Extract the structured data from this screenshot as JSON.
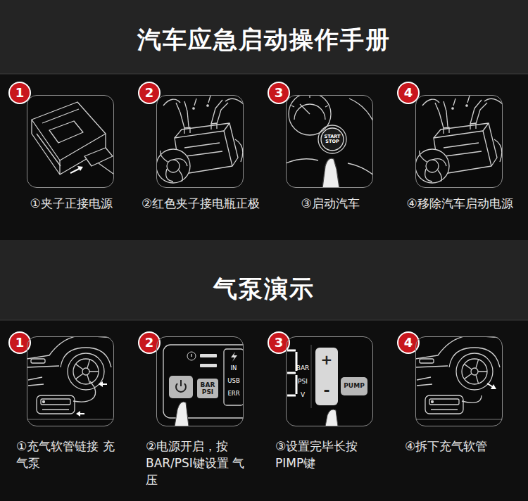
{
  "diagram": {
    "nodes": [
      {
        "text": [
          "汽车应急启动操作手册"
        ]
      },
      {
        "text": [
          "①夹子正接电源"
        ],
        "in": 0
      },
      {
        "text": [
          "②红色夹子接电瓶正极"
        ],
        "in": 0
      },
      {
        "text": [
          "③启动汽车"
        ],
        "in": 0
      },
      {
        "text": [
          "④移除汽车启动电源"
        ],
        "in": 0
      },
      {
        "text": [
          "气泵演示"
        ]
      },
      {
        "text": [
          "①充气软管链接 充气泵"
        ],
        "in": 5
      },
      {
        "text": [
          "②电源开启，按 BAR/PSI键设置 气压"
        ],
        "in": 5
      },
      {
        "text": [
          "③设置完毕长按 PIMP键"
        ],
        "in": 5
      },
      {
        "text": [
          "④拆下充气软管"
        ],
        "in": 5
      }
    ],
    "labels": [
      "1",
      "2",
      "3",
      "4",
      "START STOP",
      "1",
      "2",
      "3",
      "4",
      "BAR PSI",
      "IN",
      "USB",
      "ERR",
      "BAR",
      "PSI",
      "V",
      "+",
      "-",
      "PUMP"
    ]
  }
}
